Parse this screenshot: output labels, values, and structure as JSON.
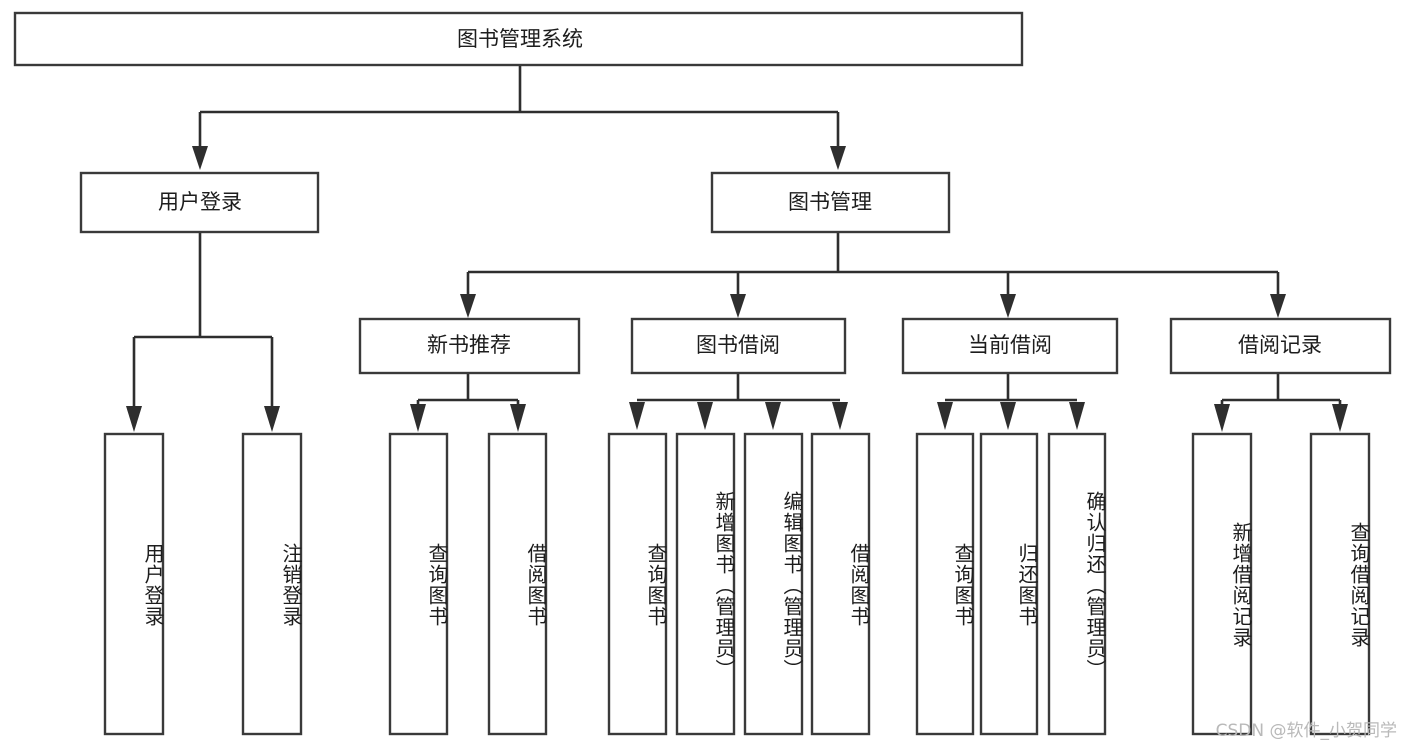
{
  "diagram": {
    "type": "tree-hierarchy",
    "title": "图书管理系统",
    "orientation": "top-down",
    "watermark": "CSDN @软件_小贺同学",
    "colors": {
      "box_stroke": "#3a3a3a",
      "box_fill": "#ffffff",
      "connector": "#2e2e2e",
      "text": "#1d1d1d",
      "watermark": "#b9b9b9",
      "background": "#ffffff"
    },
    "root": {
      "label": "图书管理系统"
    },
    "level1": [
      {
        "label": "用户登录"
      },
      {
        "label": "图书管理"
      }
    ],
    "level2": [
      {
        "label": "新书推荐"
      },
      {
        "label": "图书借阅"
      },
      {
        "label": "当前借阅"
      },
      {
        "label": "借阅记录"
      }
    ],
    "leaves": {
      "user_login": [
        {
          "label": "用户登录"
        },
        {
          "label": "注销登录"
        }
      ],
      "new_book_recommend": [
        {
          "label": "查询图书"
        },
        {
          "label": "借阅图书"
        }
      ],
      "book_borrow": [
        {
          "label": "查询图书"
        },
        {
          "label": "新增图书（管理员）"
        },
        {
          "label": "编辑图书（管理员）"
        },
        {
          "label": "借阅图书"
        }
      ],
      "current_borrow": [
        {
          "label": "查询图书"
        },
        {
          "label": "归还图书"
        },
        {
          "label": "确认归还（管理员）"
        }
      ],
      "borrow_record": [
        {
          "label": "新增借阅记录"
        },
        {
          "label": "查询借阅记录"
        }
      ]
    }
  }
}
